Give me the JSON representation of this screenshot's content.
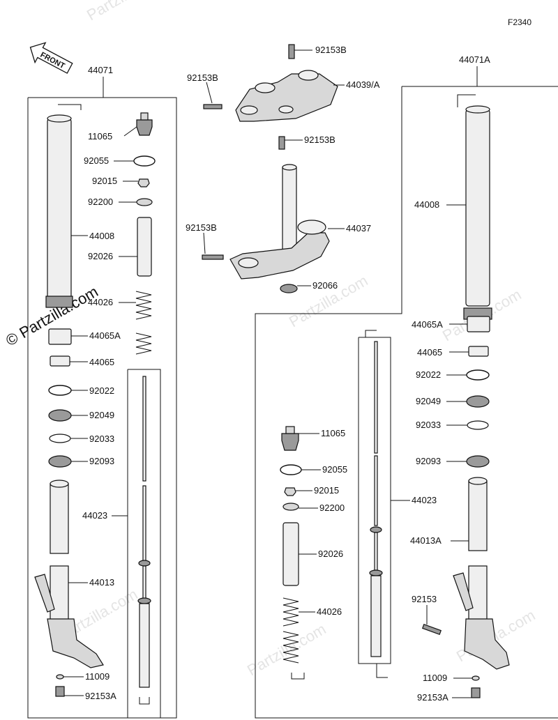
{
  "figure_code": "F2340",
  "front_label": "FRONT",
  "watermark": "© Partzilla.com",
  "watermark_faint": "Partzilla.com",
  "left_group": {
    "assembly": "44071",
    "labels": [
      "11065",
      "92055",
      "92015",
      "92200",
      "44008",
      "92026",
      "44026",
      "44065A",
      "44065",
      "92022",
      "92049",
      "92033",
      "92093",
      "44023",
      "44013",
      "11009",
      "92153A"
    ]
  },
  "center_group": {
    "labels": [
      "92153B",
      "92153B",
      "44039/A",
      "92153B",
      "92153B",
      "44037",
      "92066"
    ]
  },
  "right_group": {
    "assembly": "44071A",
    "labels": [
      "44008",
      "44065A",
      "44065",
      "92022",
      "92049",
      "92033",
      "11065",
      "92055",
      "92015",
      "92200",
      "92093",
      "44023",
      "44013A",
      "92026",
      "92153",
      "44026",
      "11009",
      "92153A"
    ]
  }
}
